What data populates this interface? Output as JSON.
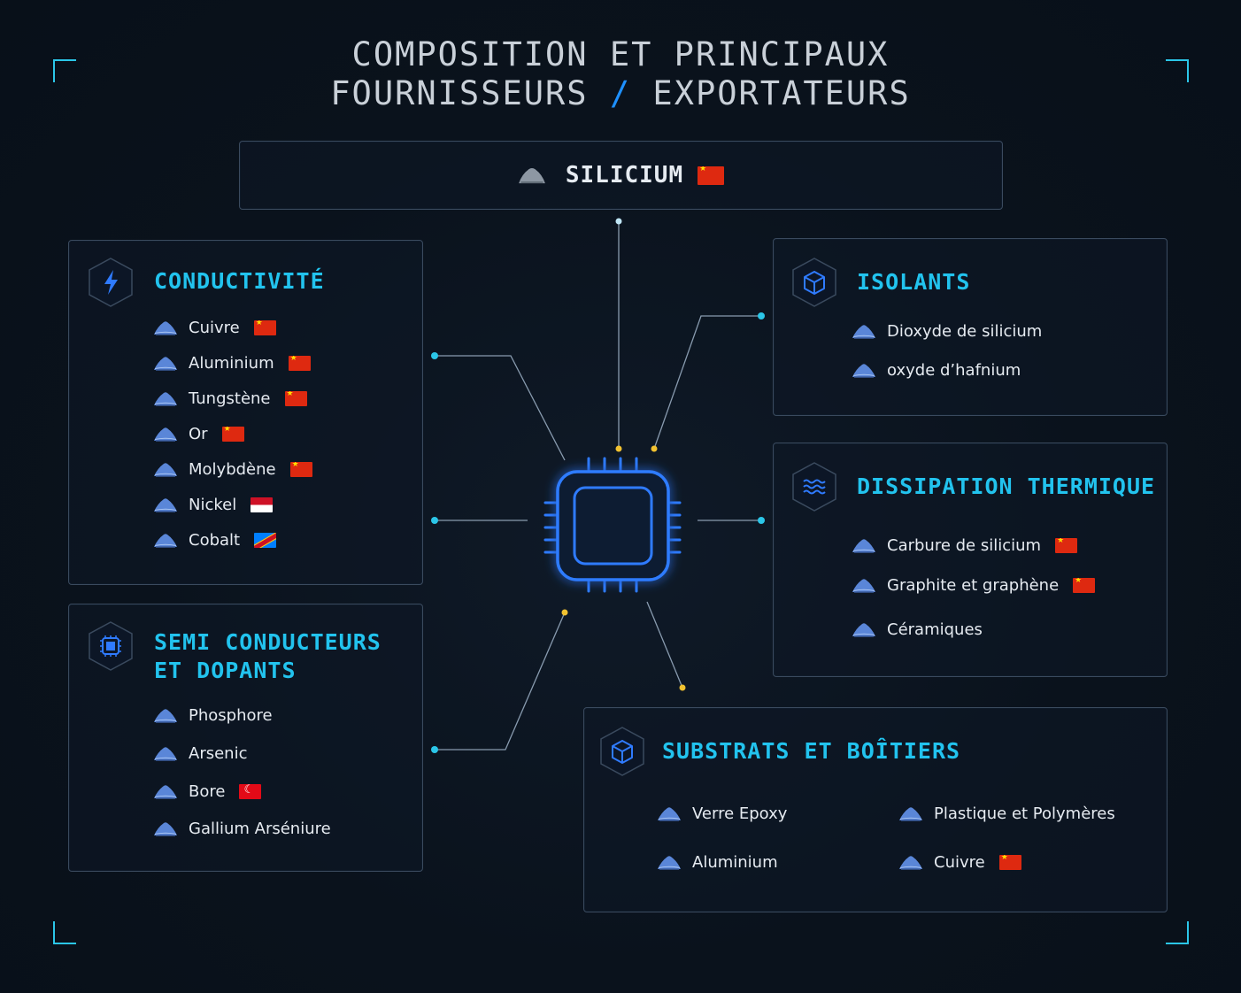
{
  "title": {
    "line1": "COMPOSITION ET PRINCIPAUX",
    "line2a": "FOURNISSEURS",
    "slash": "/",
    "line2b": "EXPORTATEURS"
  },
  "silicium": {
    "label": "SILICIUM",
    "flag": "cn"
  },
  "conductivite": {
    "title": "CONDUCTIVITÉ",
    "icon": "lightning-icon",
    "items": [
      {
        "label": "Cuivre",
        "flag": "cn"
      },
      {
        "label": "Aluminium",
        "flag": "cn"
      },
      {
        "label": "Tungstène",
        "flag": "cn"
      },
      {
        "label": "Or",
        "flag": "cn"
      },
      {
        "label": "Molybdène",
        "flag": "cn"
      },
      {
        "label": "Nickel",
        "flag": "id"
      },
      {
        "label": "Cobalt",
        "flag": "cd"
      }
    ]
  },
  "semi": {
    "title1": "SEMI CONDUCTEURS",
    "title2": "ET DOPANTS",
    "icon": "chip-icon",
    "items": [
      {
        "label": "Phosphore"
      },
      {
        "label": "Arsenic"
      },
      {
        "label": "Bore",
        "flag": "tr"
      },
      {
        "label": "Gallium Arséniure"
      }
    ]
  },
  "isolants": {
    "title": "ISOLANTS",
    "icon": "cube-icon",
    "items": [
      {
        "label": "Dioxyde de silicium"
      },
      {
        "label": "oxyde d’hafnium"
      }
    ]
  },
  "dissipation": {
    "title": "DISSIPATION THERMIQUE",
    "icon": "waves-icon",
    "items": [
      {
        "label": "Carbure de silicium",
        "flag": "cn"
      },
      {
        "label": "Graphite et graphène",
        "flag": "cn"
      },
      {
        "label": "Céramiques"
      }
    ]
  },
  "substrats": {
    "title": "SUBSTRATS ET BOÎTIERS",
    "icon": "cube-icon",
    "items": [
      {
        "label": "Verre Epoxy"
      },
      {
        "label": "Plastique et Polymères"
      },
      {
        "label": "Aluminium"
      },
      {
        "label": "Cuivre",
        "flag": "cn"
      }
    ]
  },
  "colors": {
    "accent": "#22c3ee",
    "chip": "#2f7bff",
    "dot_yellow": "#f2c230",
    "dot_cyan": "#2bc6e8",
    "panel_border": "#3a4a5e"
  }
}
